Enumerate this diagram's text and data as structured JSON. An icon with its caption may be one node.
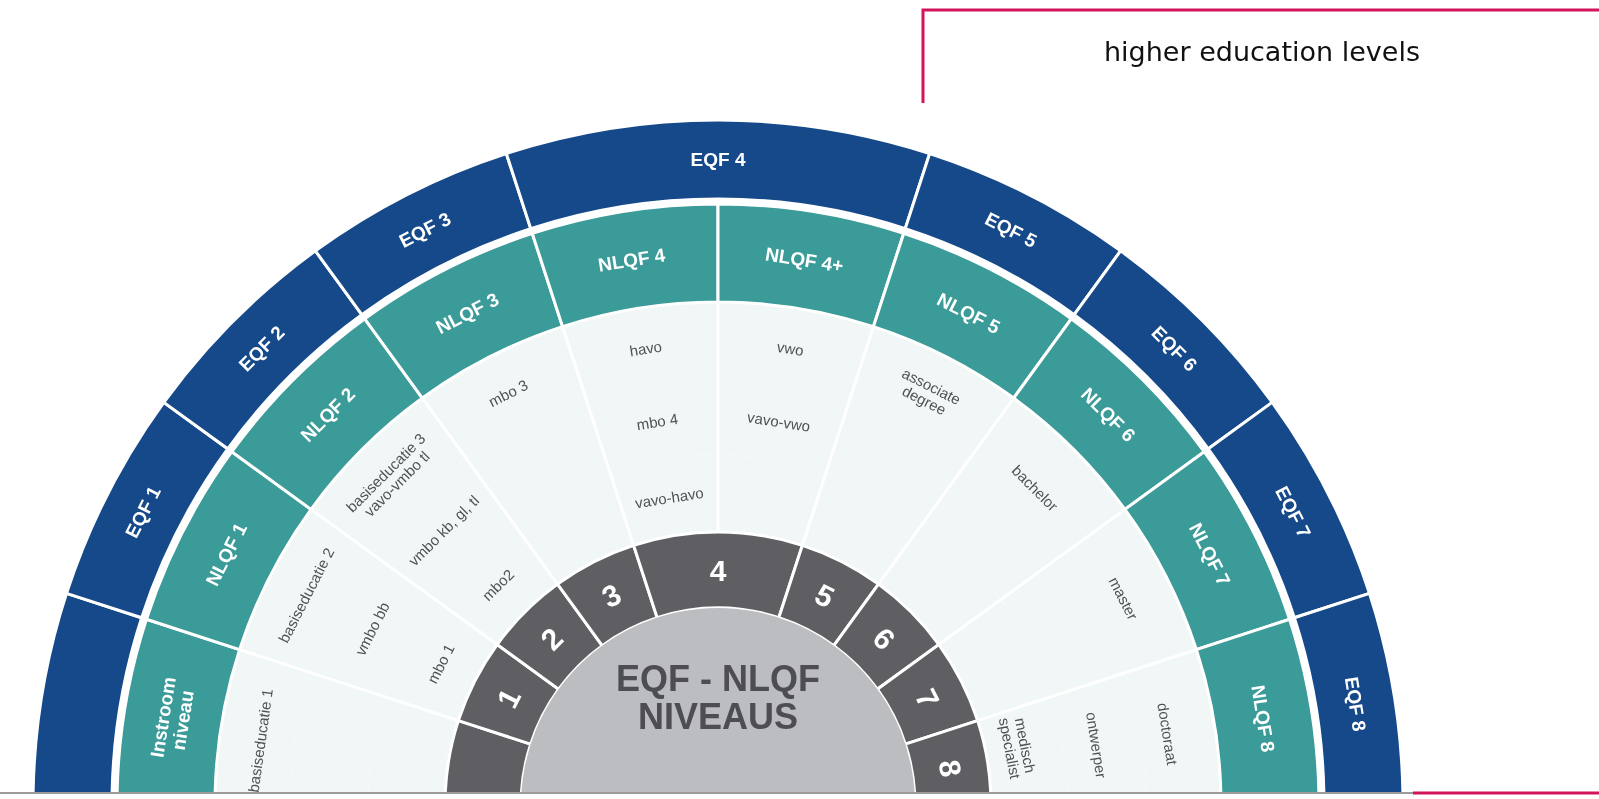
{
  "diagram": {
    "nodes": [
      {
        "text": [],
        "shape": "band"
      },
      {
        "text": [
          "EQF 1"
        ]
      },
      {
        "text": [
          "EQF 2"
        ]
      },
      {
        "text": [
          "EQF 3"
        ]
      },
      {
        "text": [
          "EQF 4"
        ]
      },
      {
        "text": [
          "EQF 5"
        ]
      },
      {
        "text": [
          "EQF 6"
        ]
      },
      {
        "text": [
          "EQF 7"
        ]
      },
      {
        "text": [
          "EQF 8"
        ]
      },
      {
        "text": [
          "Instroom niveau"
        ]
      },
      {
        "text": [
          "NLQF 1"
        ]
      },
      {
        "text": [
          "NLQF 2"
        ]
      },
      {
        "text": [
          "NLQF 3"
        ]
      },
      {
        "text": [
          "NLQF 4"
        ]
      },
      {
        "text": [
          "NLQF 4+"
        ]
      },
      {
        "text": [
          "NLQF 5"
        ]
      },
      {
        "text": [
          "NLQF 6"
        ]
      },
      {
        "text": [
          "NLQF 7"
        ]
      },
      {
        "text": [
          "NLQF 8"
        ]
      },
      {
        "text": [],
        "shape": "band"
      },
      {
        "text": [
          "1"
        ]
      },
      {
        "text": [
          "2"
        ]
      },
      {
        "text": [
          "3"
        ]
      },
      {
        "text": [
          "4"
        ]
      },
      {
        "text": [
          "5"
        ]
      },
      {
        "text": [
          "6"
        ]
      },
      {
        "text": [
          "7"
        ]
      },
      {
        "text": [
          "8"
        ]
      },
      {
        "text": [
          "EQF - NLQF NIVEAUS"
        ]
      }
    ],
    "labels": [
      "higher education levels",
      "basiseducatie 1",
      "basiseducatie 2",
      "vmbo bb",
      "mbo 1",
      "basiseducatie 3 vavo-vmbo tl",
      "vmbo kb, gl, tl",
      "mbo2",
      "mbo 3",
      "havo",
      "mbo 4",
      "vavo-havo",
      "vwo",
      "vavo-vwo",
      "associate degree",
      "bachelor",
      "master",
      "doctoraat",
      "ontwerper",
      "medisch specialist"
    ]
  }
}
